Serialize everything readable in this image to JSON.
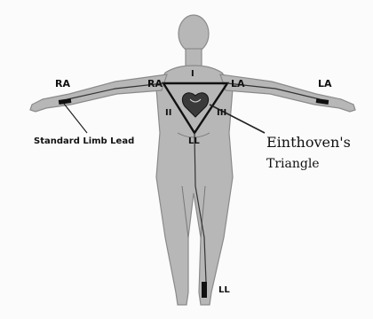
{
  "labels": {
    "ra_hand": "RA",
    "ra_shoulder": "RA",
    "la_shoulder": "LA",
    "la_hand": "LA",
    "lead_1": "I",
    "lead_2": "II",
    "lead_3": "III",
    "ll_chest": "LL",
    "ll_foot": "LL",
    "limb_lead": "Standard Limb Lead",
    "triangle_title_1": "Einthoven's",
    "triangle_title_2": "Triangle"
  },
  "colors": {
    "body_fill": "#b7b7b7",
    "body_edge": "#8a8a8a",
    "line": "#222222",
    "electrode": "#111111"
  },
  "icons": [
    "heart-icon"
  ]
}
